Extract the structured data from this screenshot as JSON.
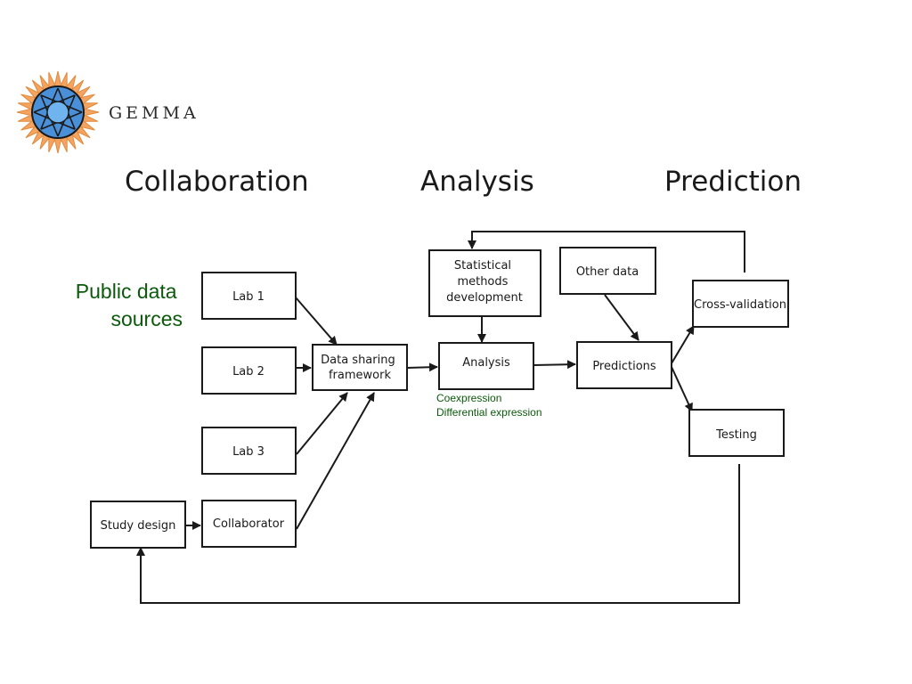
{
  "brand": {
    "name": "GEMMA",
    "logo_icon": "sunburst-logo-icon"
  },
  "headings": {
    "collaboration": "Collaboration",
    "analysis": "Analysis",
    "prediction": "Prediction"
  },
  "side_label": {
    "lines": [
      "Public data",
      "sources"
    ],
    "color": "#0b5a0b"
  },
  "nodes": {
    "lab1": [
      "Lab 1"
    ],
    "lab2": [
      "Lab 2"
    ],
    "lab3": [
      "Lab 3"
    ],
    "study_design": [
      "Study design"
    ],
    "collaborator": [
      "Collaborator"
    ],
    "data_sharing": [
      "Data sharing",
      "framework"
    ],
    "statistical_methods": [
      "Statistical",
      "methods",
      "development"
    ],
    "analysis": [
      "Analysis"
    ],
    "other_data": [
      "Other data"
    ],
    "predictions": [
      "Predictions"
    ],
    "cross_validation": [
      "Cross-validation"
    ],
    "testing": [
      "Testing"
    ]
  },
  "analysis_notes": {
    "lines": [
      "Coexpression",
      "Differential expression"
    ],
    "color": "#0b5a0b"
  },
  "edges": [
    {
      "from": "lab1",
      "to": "data_sharing"
    },
    {
      "from": "lab2",
      "to": "data_sharing"
    },
    {
      "from": "lab3",
      "to": "data_sharing"
    },
    {
      "from": "collaborator",
      "to": "data_sharing"
    },
    {
      "from": "study_design",
      "to": "collaborator"
    },
    {
      "from": "data_sharing",
      "to": "analysis"
    },
    {
      "from": "statistical_methods",
      "to": "analysis"
    },
    {
      "from": "analysis",
      "to": "predictions"
    },
    {
      "from": "other_data",
      "to": "predictions"
    },
    {
      "from": "predictions",
      "to": "cross_validation"
    },
    {
      "from": "predictions",
      "to": "testing"
    },
    {
      "from": "cross_validation",
      "to": "statistical_methods"
    },
    {
      "from": "testing",
      "to": "study_design"
    }
  ]
}
